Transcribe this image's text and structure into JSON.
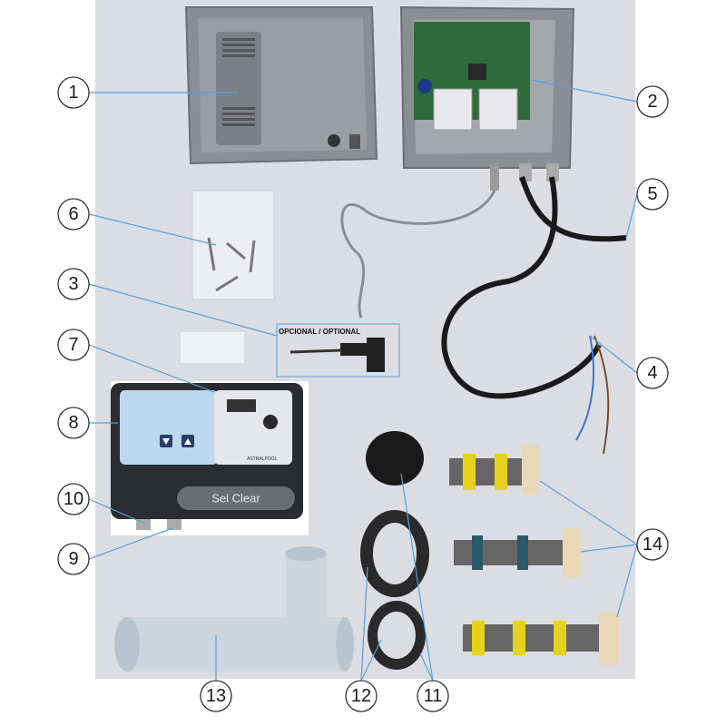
{
  "optional_label": "OPCIONAL / OPTIONAL",
  "device_name": "Sel Clear",
  "brand_small": "ASTRALPOOL",
  "colors": {
    "background": "#dcdde2",
    "leader_line": "#4fa3e0",
    "callout_circle": "#ffffff",
    "housing_grey": "#8a8d91",
    "pcb_green": "#2f6b3a",
    "panel_blue": "#bcd7ee"
  },
  "callouts": [
    {
      "id": "1",
      "label": "1"
    },
    {
      "id": "2",
      "label": "2"
    },
    {
      "id": "3",
      "label": "3"
    },
    {
      "id": "4",
      "label": "4"
    },
    {
      "id": "5",
      "label": "5"
    },
    {
      "id": "6",
      "label": "6"
    },
    {
      "id": "7",
      "label": "7"
    },
    {
      "id": "8",
      "label": "8"
    },
    {
      "id": "9",
      "label": "9"
    },
    {
      "id": "10",
      "label": "10"
    },
    {
      "id": "11",
      "label": "11"
    },
    {
      "id": "12",
      "label": "12"
    },
    {
      "id": "13",
      "label": "13"
    },
    {
      "id": "14",
      "label": "14"
    }
  ]
}
